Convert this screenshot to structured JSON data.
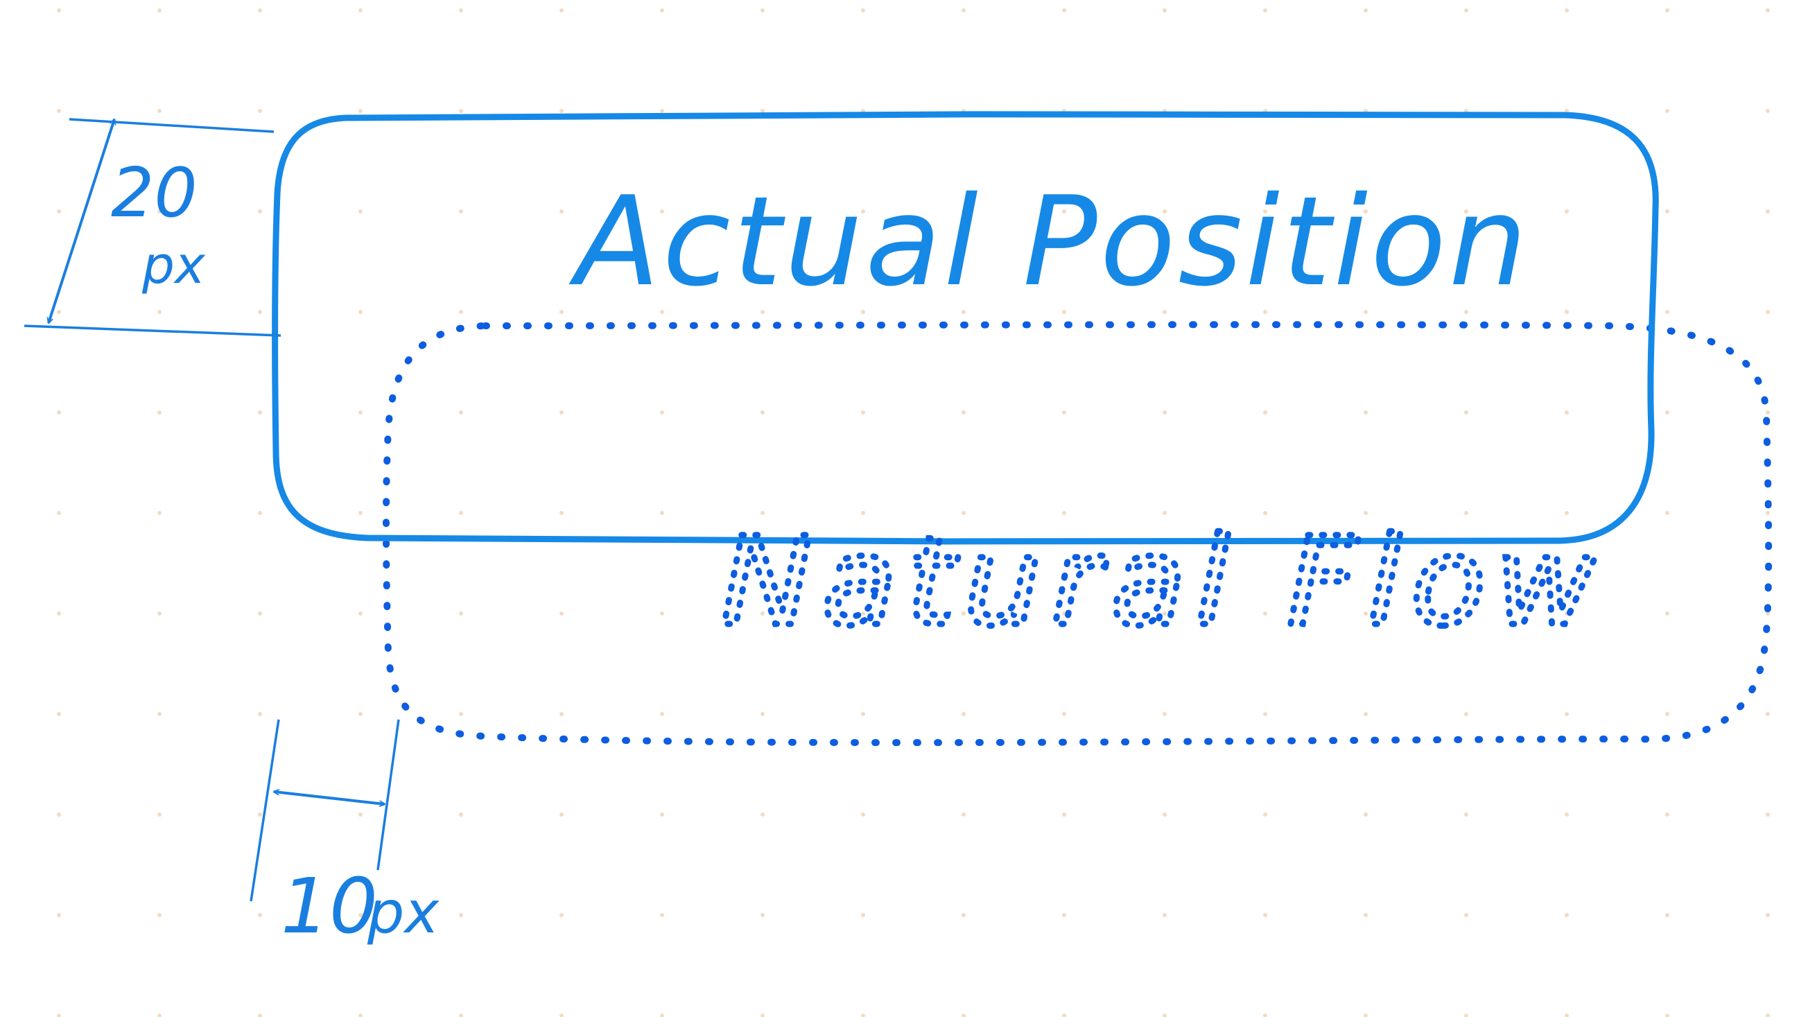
{
  "colors": {
    "background": "#ffffff",
    "dot_grid": "#f0dcc4",
    "ink_solid": "#1689e6",
    "ink_dotted": "#0d5de0",
    "ink_annotation": "#1a7ee0"
  },
  "boxes": {
    "actual": {
      "label": "Actual Position",
      "style": "solid outline"
    },
    "natural": {
      "label": "Natural Flow",
      "style": "dotted outline"
    }
  },
  "dimensions": {
    "vertical": {
      "value": "20",
      "unit": "px"
    },
    "horizontal": {
      "value": "10",
      "unit": "px"
    }
  }
}
